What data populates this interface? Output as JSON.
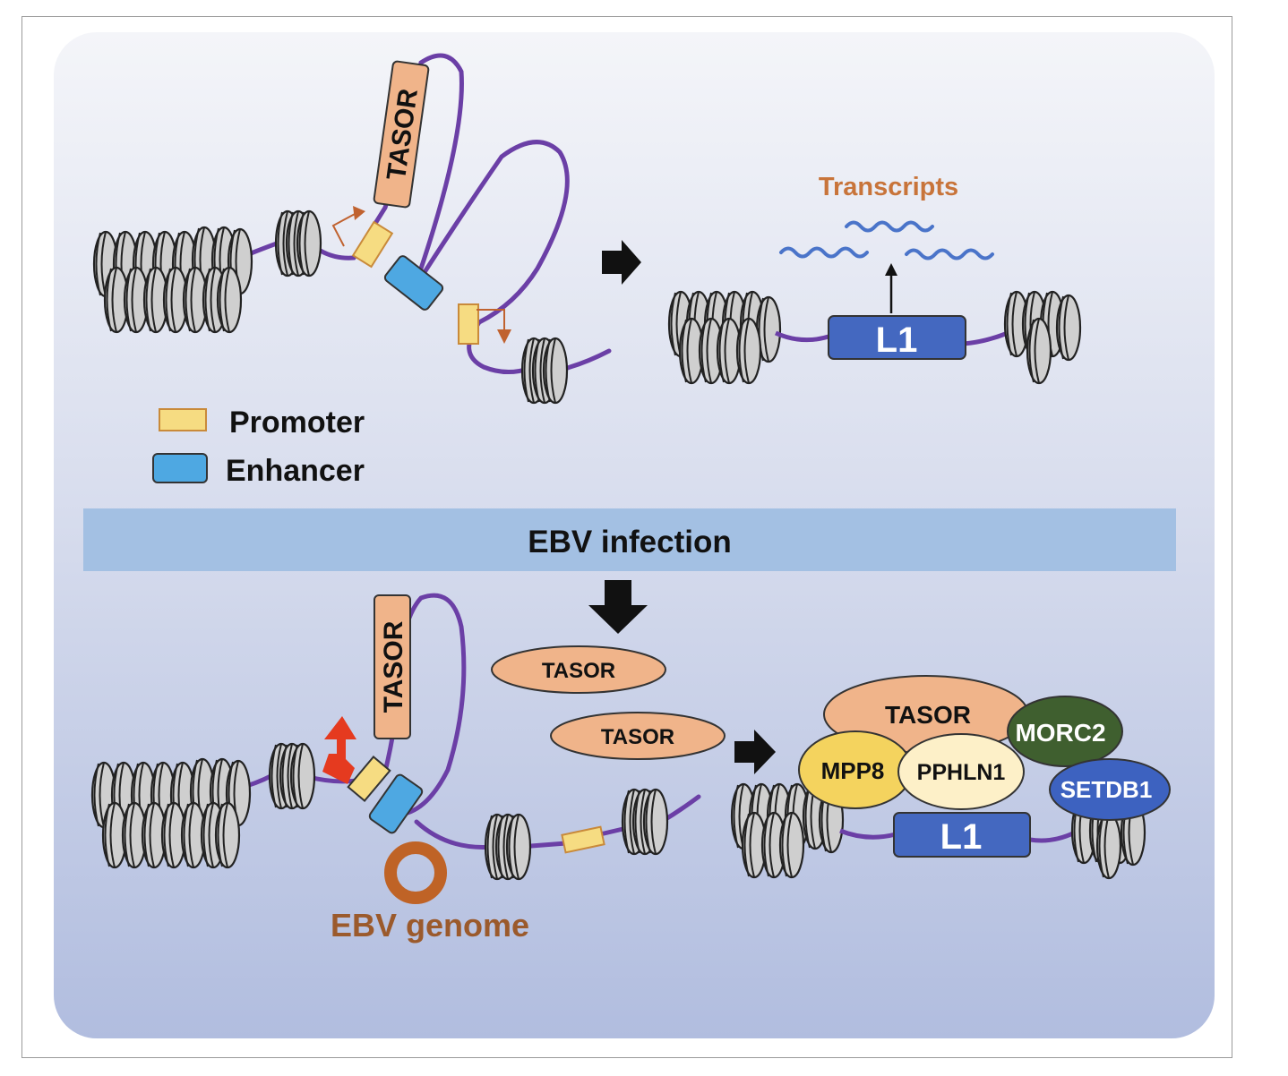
{
  "top": {
    "tasor_gene_label": "TASOR",
    "transcripts_label": "Transcripts",
    "l1_label": "L1"
  },
  "legend": {
    "promoter_label": "Promoter",
    "enhancer_label": "Enhancer"
  },
  "divider": {
    "label": "EBV infection"
  },
  "bottom": {
    "tasor_gene_label": "TASOR",
    "tasor_protein_1": "TASOR",
    "tasor_protein_2": "TASOR",
    "ebv_genome_label": "EBV genome",
    "complex": {
      "tasor": "TASOR",
      "morc2": "MORC2",
      "mpp8": "MPP8",
      "pphln1": "PPHLN1",
      "setdb1": "SETDB1"
    },
    "l1_label": "L1"
  },
  "colors": {
    "chromatin": "#6b3fa6",
    "promoter_fill": "#f6dc82",
    "promoter_stroke": "#c98a3a",
    "enhancer_fill": "#4ea8e2",
    "tasor_fill": "#f0b48a",
    "transcripts_text": "#c8743a",
    "transcripts_wave": "#4a74c9",
    "l1_fill": "#4468c0",
    "divider_fill": "#a3c0e3",
    "ebv_ring": "#bf6326",
    "ebv_text": "#9b5a2c",
    "mpp8_fill": "#f4d35e",
    "pphln1_fill": "#fdf0c8",
    "morc2_fill": "#3f5f2f",
    "setdb1_fill": "#3d62c0",
    "activation_arrow": "#e53a1f"
  }
}
